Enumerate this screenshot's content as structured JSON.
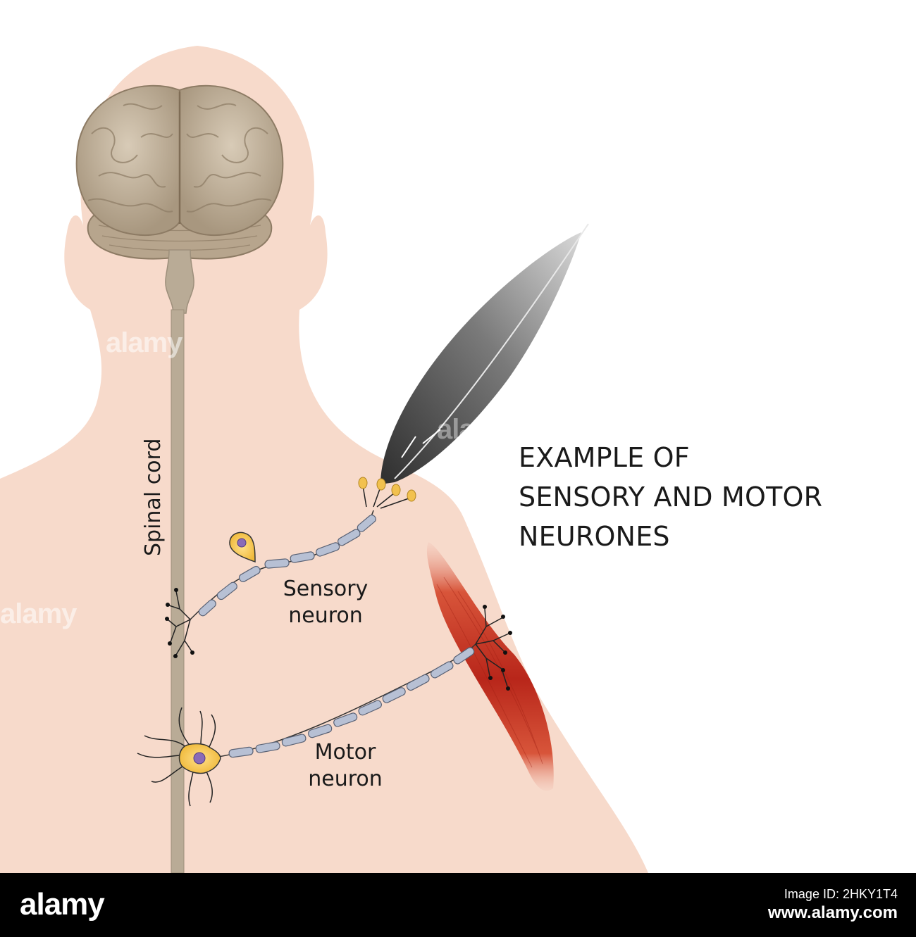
{
  "title": {
    "line1": "EXAMPLE OF",
    "line2": "SENSORY AND MOTOR",
    "line3": "NEURONES"
  },
  "labels": {
    "spinal_cord": "Spinal cord",
    "sensory_line1": "Sensory",
    "sensory_line2": "neuron",
    "motor_line1": "Motor",
    "motor_line2": "neuron"
  },
  "watermark": {
    "text": "alamy"
  },
  "footer": {
    "logo": "alamy",
    "image_id": "Image ID: 2HKY1T4",
    "url": "www.alamy.com"
  },
  "colors": {
    "skin": "#f7dacb",
    "brain": "#c9b9a4",
    "spinal_cord": "#b9ab96",
    "muscle": "#c8321e",
    "cell_body": "#f2c14e",
    "nucleus": "#8a6bb8",
    "myelin": "#b7c0d4",
    "feather": "#6d6d6d"
  }
}
